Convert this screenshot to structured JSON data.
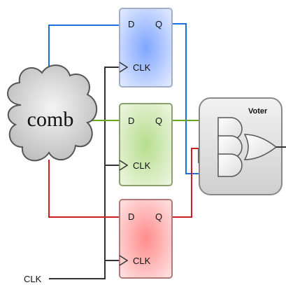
{
  "comb_block": {
    "label": "comb"
  },
  "flip_flops": [
    {
      "id": "ff-top",
      "d_label": "D",
      "q_label": "Q",
      "clk_label": "CLK",
      "color": "#4a7fe0"
    },
    {
      "id": "ff-middle",
      "d_label": "D",
      "q_label": "Q",
      "clk_label": "CLK",
      "color": "#7fbf4a"
    },
    {
      "id": "ff-bottom",
      "d_label": "D",
      "q_label": "Q",
      "clk_label": "CLK",
      "color": "#e05a5a"
    }
  ],
  "voter": {
    "label": "Voter"
  },
  "clock_input": {
    "label": "CLK"
  },
  "wire_colors": {
    "blue": "#1e6fd9",
    "green": "#6aa51e",
    "red": "#cc1f1f",
    "clock": "#333333"
  }
}
